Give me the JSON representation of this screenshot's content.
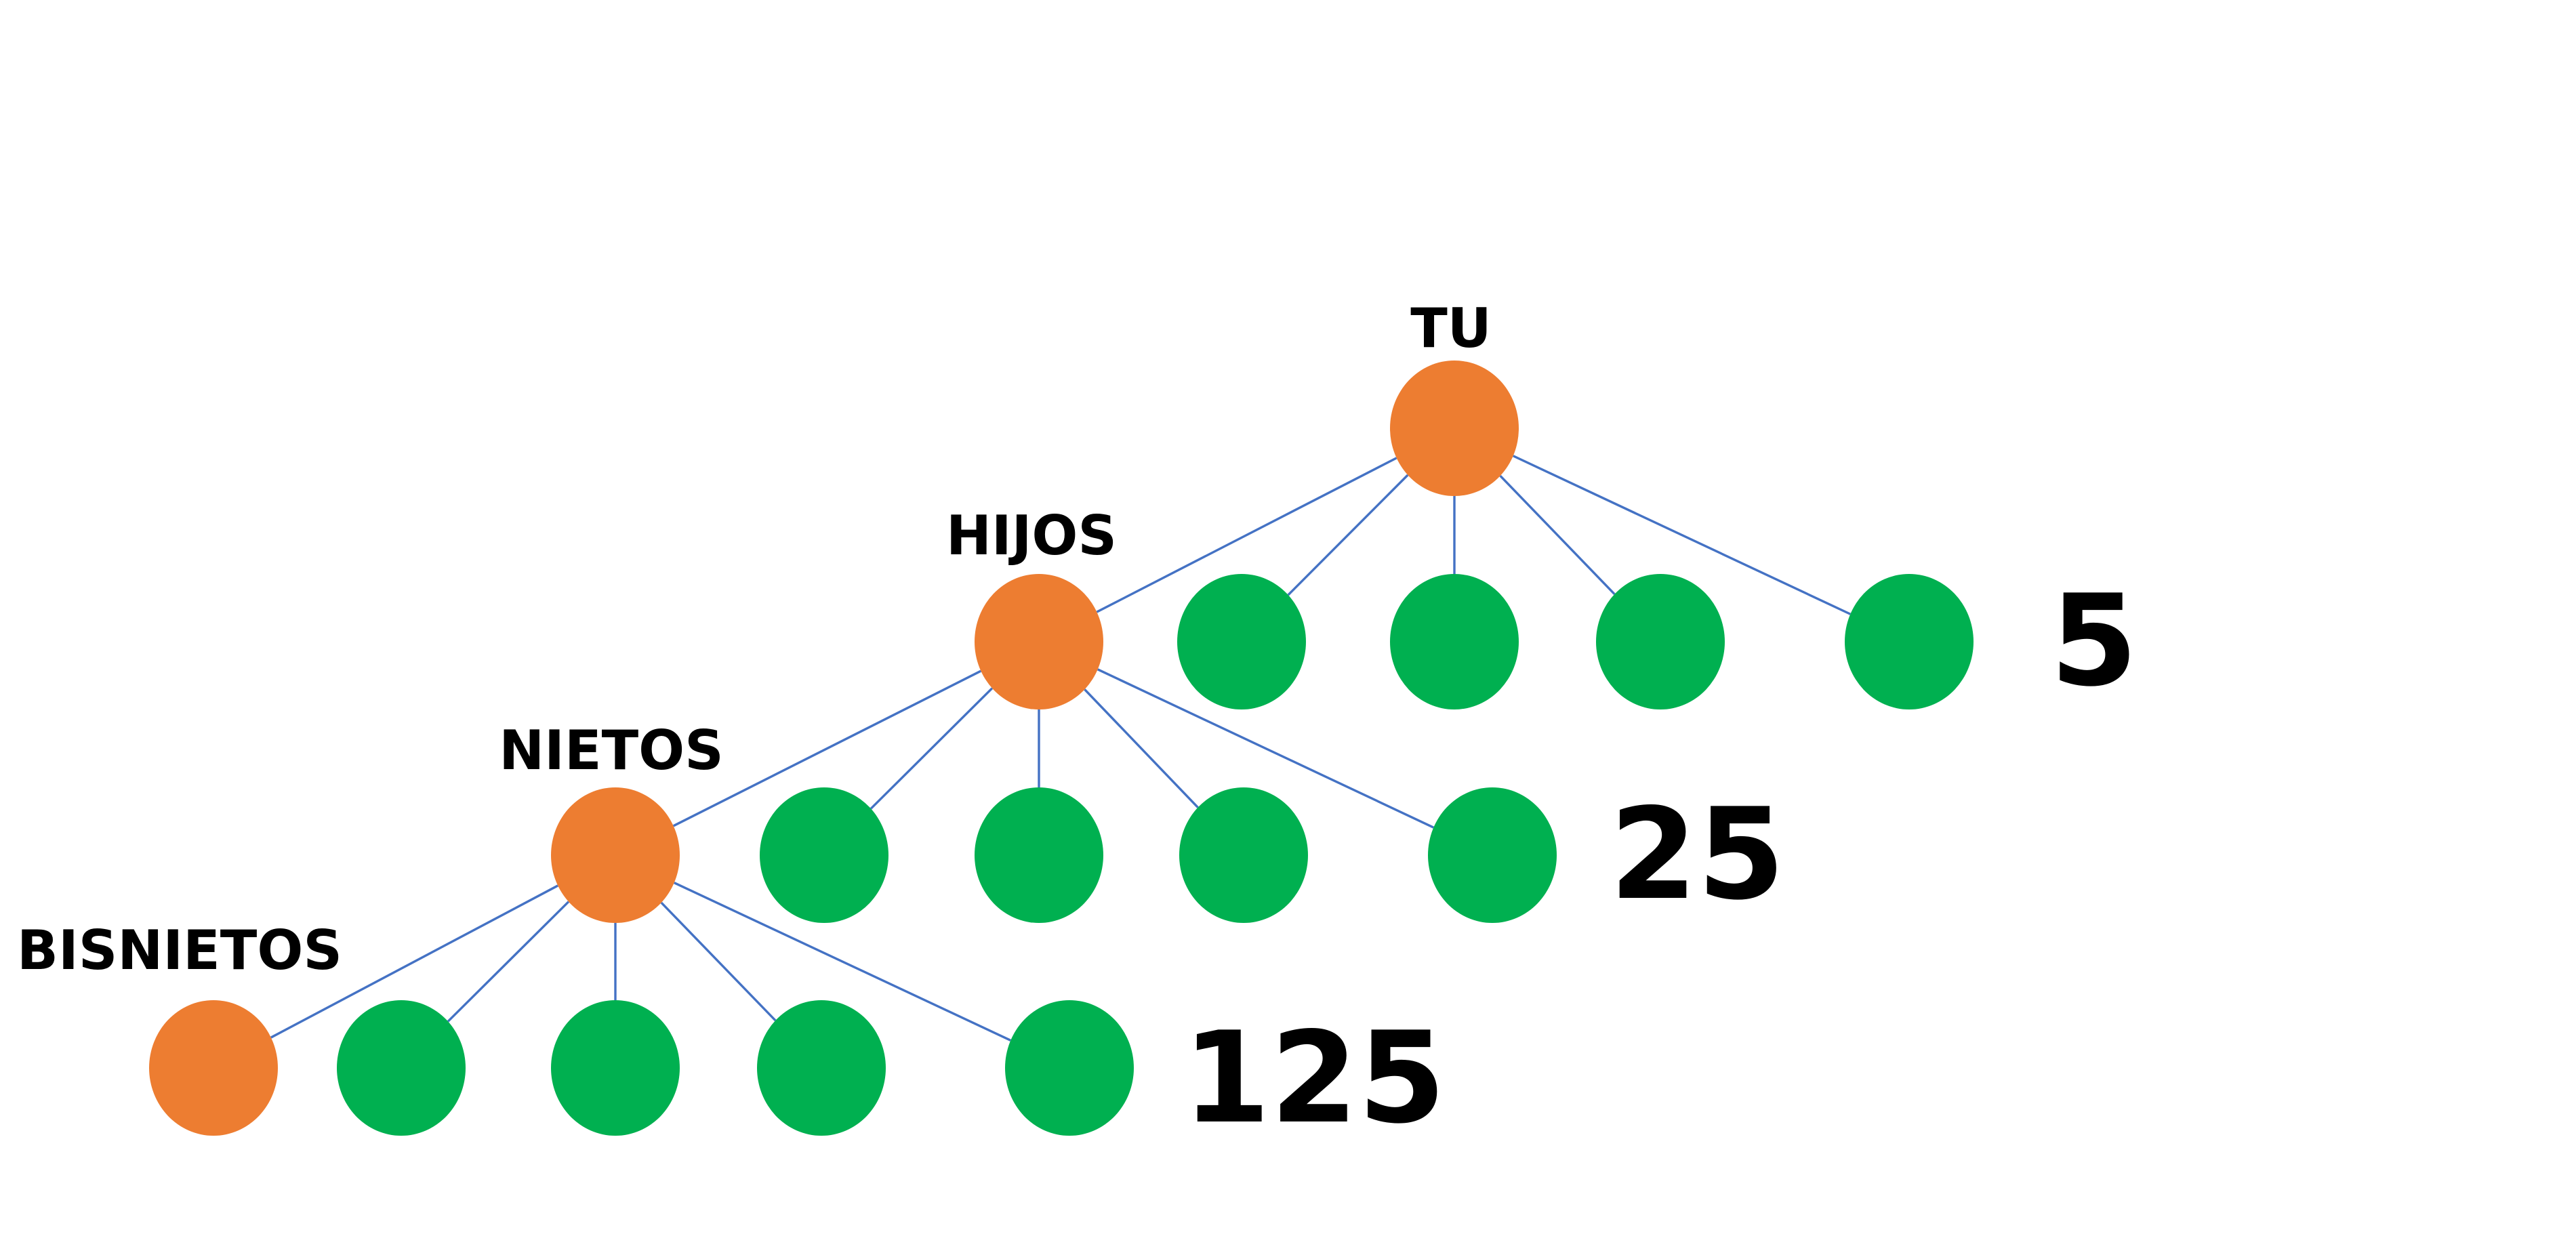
{
  "colors": {
    "self_node": "#ED7D31",
    "other_node": "#00B050",
    "connector": "#4472C4",
    "text": "#000000"
  },
  "levels": [
    {
      "label": "TU",
      "count": "",
      "children": []
    },
    {
      "label": "HIJOS",
      "count": "5",
      "children": [
        "self",
        "other",
        "other",
        "other",
        "other"
      ]
    },
    {
      "label": "NIETOS",
      "count": "25",
      "children": [
        "self",
        "other",
        "other",
        "other",
        "other"
      ]
    },
    {
      "label": "BISNIETOS",
      "count": "125",
      "children": [
        "self",
        "other",
        "other",
        "other",
        "other"
      ]
    }
  ]
}
